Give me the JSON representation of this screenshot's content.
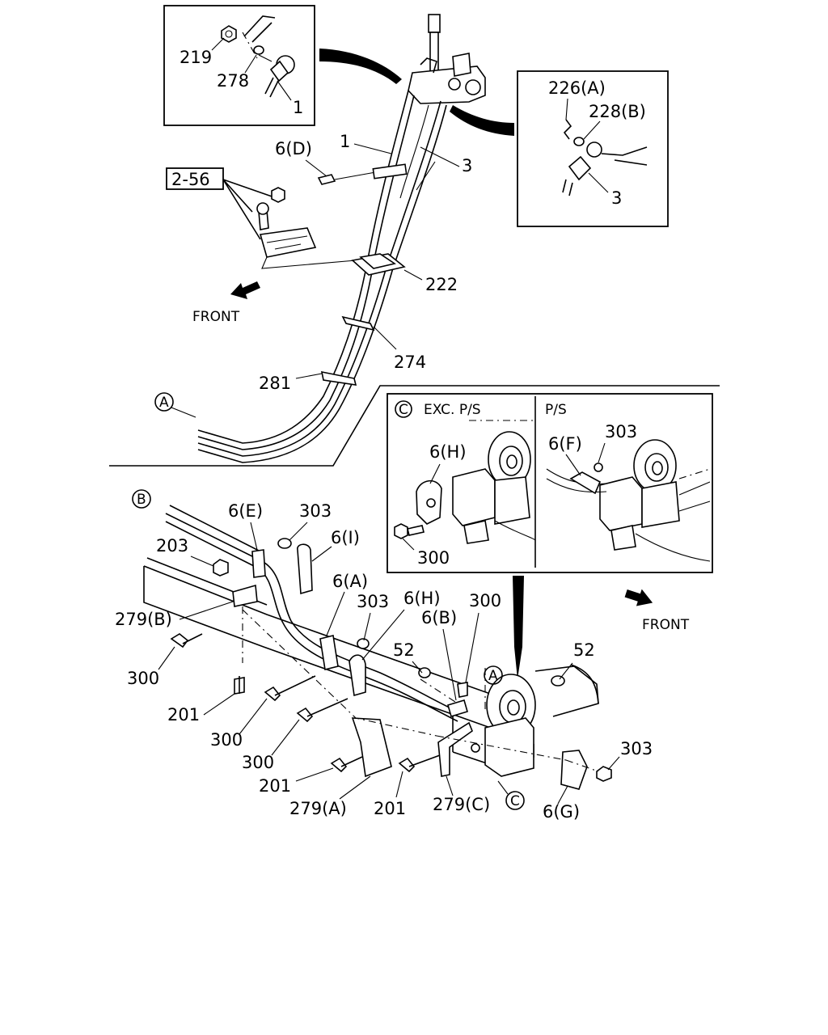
{
  "inset_top_left": {
    "labels": [
      "219",
      "278",
      "1"
    ]
  },
  "inset_top_right": {
    "labels": [
      "226(A)",
      "228(B)",
      "3"
    ]
  },
  "upper": {
    "ref_box": "2-56",
    "front": "FRONT",
    "labels": [
      "6(D)",
      "1",
      "3",
      "222",
      "274",
      "281"
    ],
    "point_a": "A"
  },
  "inset_c": {
    "marker": "C",
    "title_left": "EXC. P/S",
    "title_right": "P/S",
    "labels": [
      "6(H)",
      "300",
      "6(F)",
      "303"
    ]
  },
  "lower": {
    "point_b": "B",
    "front": "FRONT",
    "point_a": "A",
    "point_c": "C",
    "labels": [
      "6(E)",
      "303",
      "6(I)",
      "203",
      "6(A)",
      "303",
      "6(H)",
      "300",
      "279(B)",
      "52",
      "6(B)",
      "52",
      "300",
      "201",
      "300",
      "300",
      "201",
      "279(A)",
      "201",
      "279(C)",
      "303",
      "6(G)"
    ]
  }
}
